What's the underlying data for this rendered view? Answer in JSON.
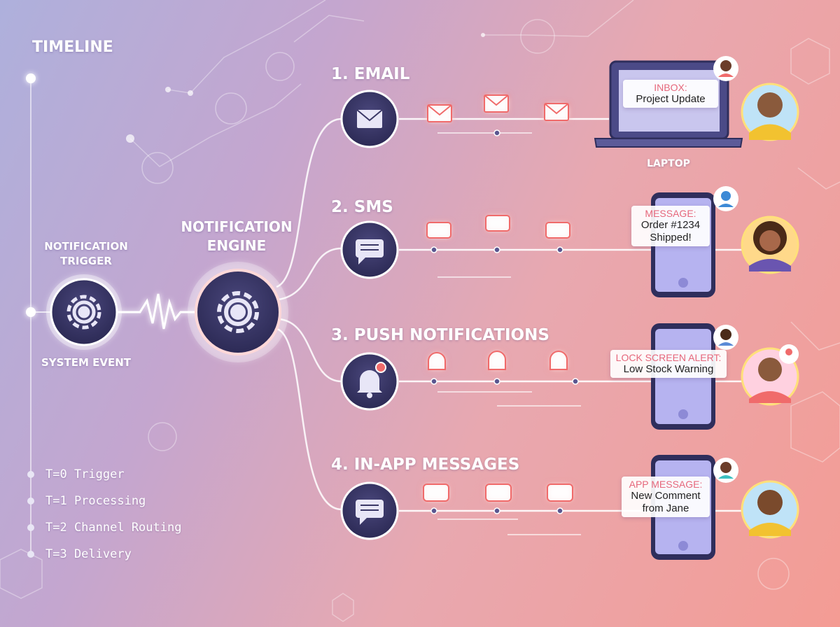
{
  "timeline": {
    "title": "TIMELINE",
    "steps": [
      "T=0  Trigger",
      "T=1  Processing",
      "T=2  Channel Routing",
      "T=3  Delivery"
    ]
  },
  "trigger": {
    "title_line1": "NOTIFICATION",
    "title_line2": "TRIGGER",
    "caption": "SYSTEM EVENT",
    "icon": "gear-icon"
  },
  "engine": {
    "title_line1": "NOTIFICATION",
    "title_line2": "ENGINE",
    "icon": "gear-icon"
  },
  "channels": [
    {
      "title": "1. EMAIL",
      "icon": "envelope-icon"
    },
    {
      "title": "2. SMS",
      "icon": "chat-bubble-icon"
    },
    {
      "title": "3. PUSH NOTIFICATIONS",
      "icon": "bell-icon"
    },
    {
      "title": "4. IN-APP MESSAGES",
      "icon": "message-icon"
    }
  ],
  "devices": {
    "laptop": {
      "label": "LAPTOP",
      "card_label": "INBOX:",
      "card_text": "Project Update"
    },
    "sms_phone": {
      "card_label": "MESSAGE:",
      "card_line1": "Order #1234",
      "card_line2": "Shipped!"
    },
    "push_phone": {
      "card_label": "LOCK SCREEN ALERT:",
      "card_text": "Low Stock Warning"
    },
    "app_phone": {
      "card_label": "APP MESSAGE:",
      "card_line1": "New Comment",
      "card_line2": "from Jane"
    }
  },
  "colors": {
    "node": "#3a3766",
    "accent": "#f06b6b",
    "card_label": "#e6677b",
    "line": "#ffffff"
  }
}
